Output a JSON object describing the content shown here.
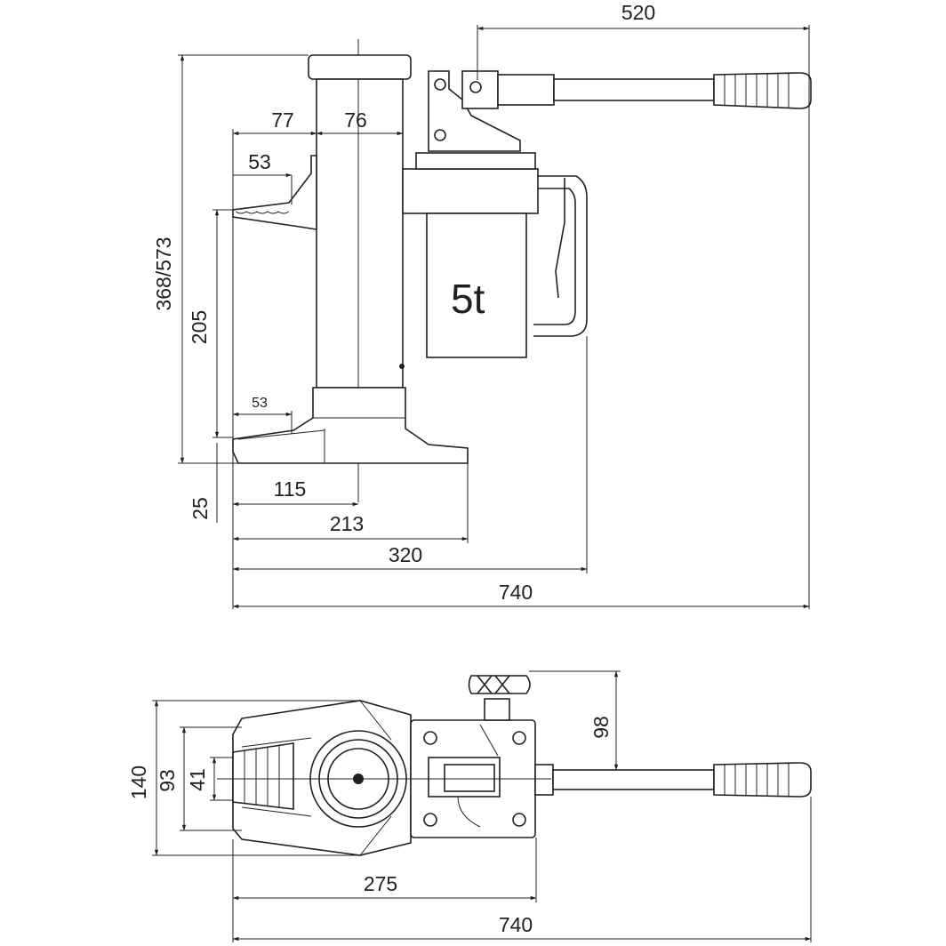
{
  "side_view": {
    "capacity": "5t",
    "dims": {
      "d520": "520",
      "d77": "77",
      "d76": "76",
      "d53_top": "53",
      "d368_573": "368/573",
      "d205": "205",
      "d53_bottom": "53",
      "d25": "25",
      "d115": "115",
      "d213": "213",
      "d320": "320",
      "d740": "740"
    }
  },
  "top_view": {
    "dims": {
      "d98": "98",
      "d140": "140",
      "d93": "93",
      "d41": "41",
      "d275": "275",
      "d740": "740"
    }
  }
}
